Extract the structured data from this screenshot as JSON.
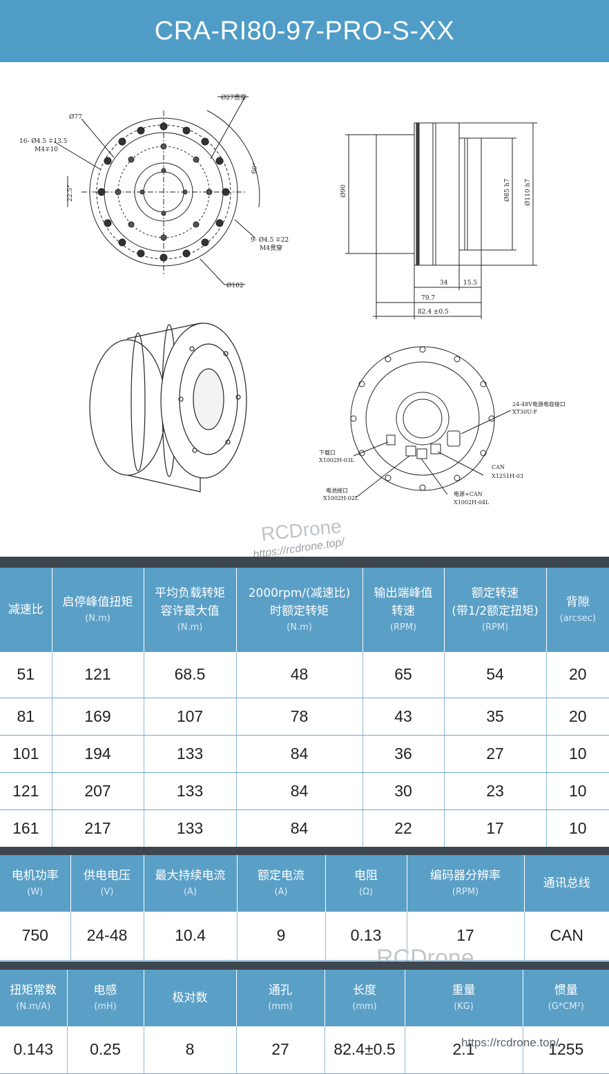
{
  "title": "CRA-RI80-97-PRO-S-XX",
  "drawing": {
    "front": {
      "d77": "Ø77",
      "holes16": "16- Ø4.5 ∓13.5",
      "m4": "M4∓10",
      "d27": "Ø27贯穿",
      "a60": "60°",
      "a22": "22.5°",
      "holes9": "9- Ø4.5 ∓22",
      "m4b": "M4贯穿",
      "d102": "Ø102"
    },
    "side": {
      "d90": "Ø90",
      "d85": "Ø85 h7",
      "d110": "Ø110 h7",
      "w34": "34",
      "w155": "15.5",
      "w797": "79.7",
      "w824": "82.4 ±0.5"
    },
    "rear": {
      "power": "24-48V电源电容接口",
      "power_part": "XT30U-F",
      "download": "下载口",
      "download_part": "X1002H-03L",
      "battery": "电池接口",
      "battery_part": "X1002H-02L",
      "can": "CAN",
      "can_part": "X1251H-03",
      "power_can": "电源+CAN",
      "power_can_part": "X1002H-04L"
    }
  },
  "watermark": {
    "brand": "RCDrone",
    "url": "https://rcdrone.top/"
  },
  "table1": {
    "headers": [
      {
        "label": "减速比",
        "unit": ""
      },
      {
        "label": "启停峰值扭矩",
        "unit": "(N.m)"
      },
      {
        "label": "平均负载转矩\n容许最大值",
        "unit": "(N.m)"
      },
      {
        "label": "2000rpm/(减速比)\n时额定转矩",
        "unit": "(N.m)"
      },
      {
        "label": "输出端峰值\n转速",
        "unit": "(RPM)"
      },
      {
        "label": "额定转速\n(带1/2额定扭矩)",
        "unit": "(RPM)"
      },
      {
        "label": "背隙",
        "unit": "(arcsec)"
      }
    ],
    "rows": [
      [
        "51",
        "121",
        "68.5",
        "48",
        "65",
        "54",
        "20"
      ],
      [
        "81",
        "169",
        "107",
        "78",
        "43",
        "35",
        "20"
      ],
      [
        "101",
        "194",
        "133",
        "84",
        "36",
        "27",
        "10"
      ],
      [
        "121",
        "207",
        "133",
        "84",
        "30",
        "23",
        "10"
      ],
      [
        "161",
        "217",
        "133",
        "84",
        "22",
        "17",
        "10"
      ]
    ]
  },
  "table2": {
    "headers": [
      {
        "label": "电机功率",
        "unit": "(W)"
      },
      {
        "label": "供电电压",
        "unit": "(V)"
      },
      {
        "label": "最大持续电流",
        "unit": "(A)"
      },
      {
        "label": "额定电流",
        "unit": "(A)"
      },
      {
        "label": "电阻",
        "unit": "(Ω)"
      },
      {
        "label": "编码器分辨率",
        "unit": "(RPM)"
      },
      {
        "label": "通讯总线",
        "unit": ""
      }
    ],
    "rows": [
      [
        "750",
        "24-48",
        "10.4",
        "9",
        "0.13",
        "17",
        "CAN"
      ]
    ]
  },
  "table3": {
    "headers": [
      {
        "label": "扭矩常数",
        "unit": "(N.m/A)"
      },
      {
        "label": "电感",
        "unit": "(mH)"
      },
      {
        "label": "极对数",
        "unit": ""
      },
      {
        "label": "通孔",
        "unit": "(mm)"
      },
      {
        "label": "长度",
        "unit": "(mm)"
      },
      {
        "label": "重量",
        "unit": "(KG)"
      },
      {
        "label": "惯量",
        "unit": "(G*CM²)"
      }
    ],
    "rows": [
      [
        "0.143",
        "0.25",
        "8",
        "27",
        "82.4±0.5",
        "2.1",
        "1255"
      ]
    ]
  }
}
